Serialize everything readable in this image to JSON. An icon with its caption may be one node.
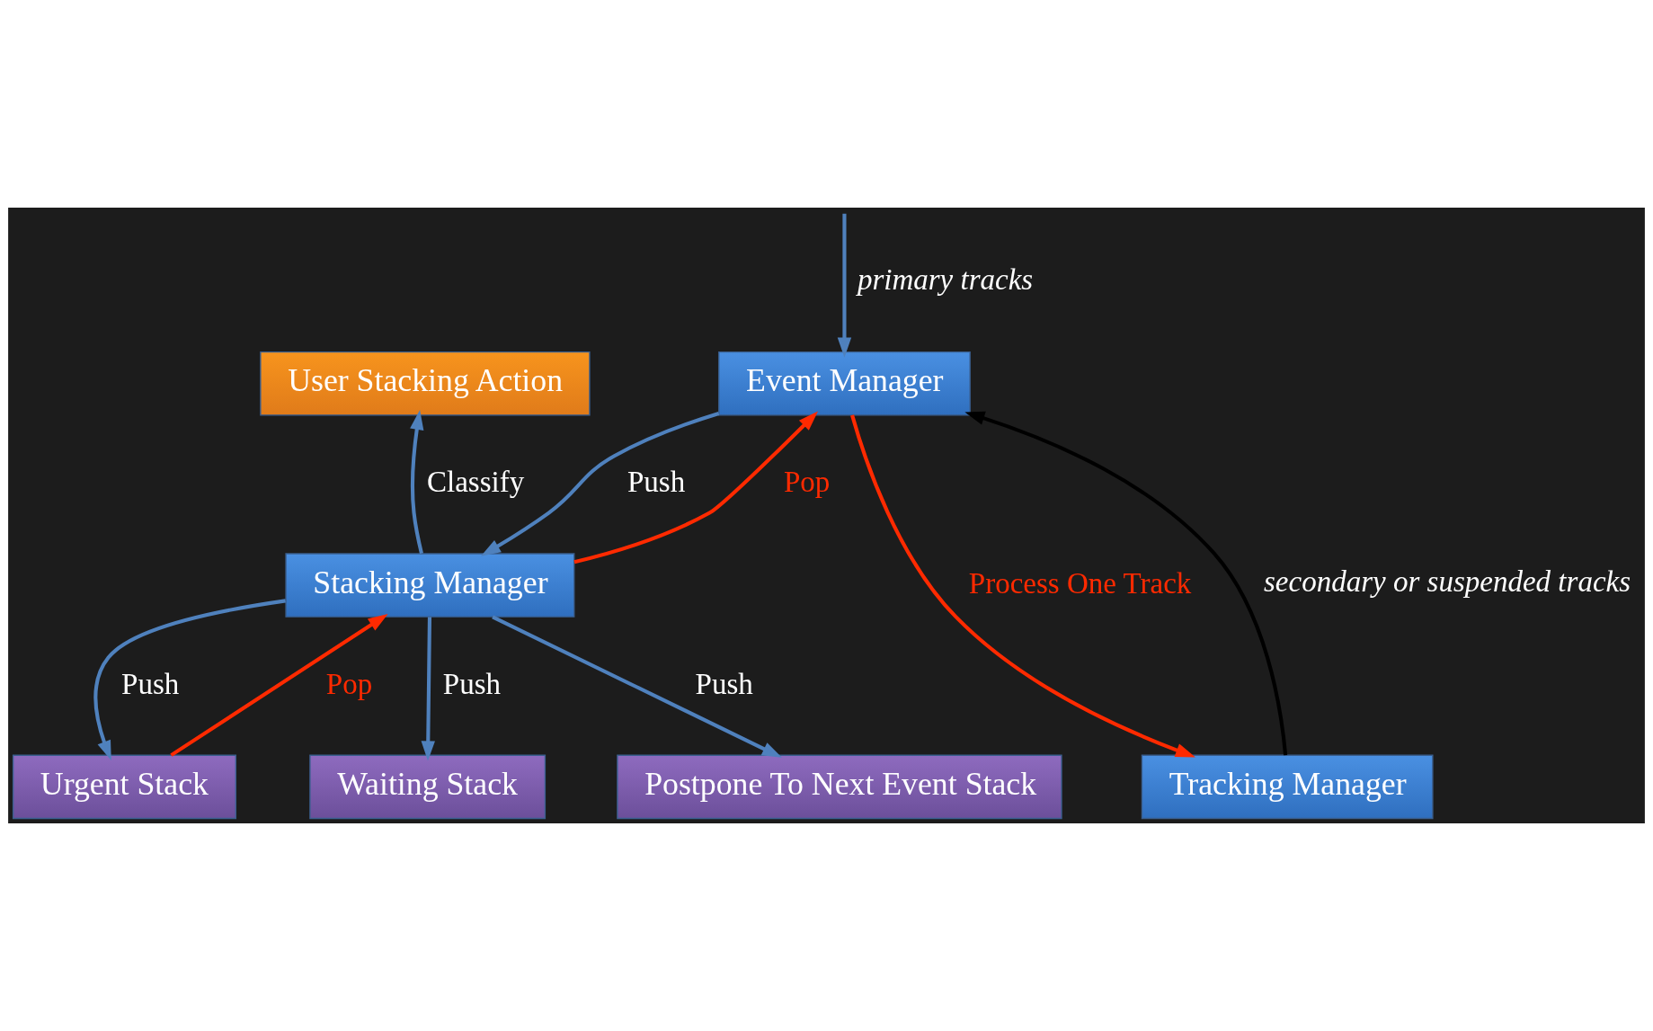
{
  "diagram": {
    "nodes": [
      {
        "text": [
          "User Stacking Action"
        ]
      },
      {
        "text": [
          "Event Manager"
        ]
      },
      {
        "text": [
          "Stacking Manager"
        ]
      },
      {
        "text": [
          "Urgent Stack"
        ]
      },
      {
        "text": [
          "Waiting Stack"
        ]
      },
      {
        "text": [
          "Postpone To Next Event Stack"
        ]
      },
      {
        "text": [
          "Tracking Manager"
        ]
      }
    ],
    "edges": [
      {
        "from": null,
        "to": 1,
        "arrow": "to",
        "label": "primary tracks"
      },
      {
        "from": 2,
        "to": 0,
        "arrow": "to",
        "label": "Classify"
      },
      {
        "from": 1,
        "to": 2,
        "arrow": "to",
        "label": "Push"
      },
      {
        "from": 2,
        "to": 1,
        "arrow": "to",
        "label": "Pop",
        "color": "#ff2a00"
      },
      {
        "from": 2,
        "to": 3,
        "arrow": "to",
        "label": "Push"
      },
      {
        "from": 3,
        "to": 2,
        "arrow": "to",
        "label": "Pop",
        "color": "#ff2a00"
      },
      {
        "from": 2,
        "to": 4,
        "arrow": "to",
        "label": "Push"
      },
      {
        "from": 2,
        "to": 5,
        "arrow": "to",
        "label": "Push"
      },
      {
        "from": 1,
        "to": 6,
        "arrow": "to",
        "label": "Process One Track",
        "color": "#ff2a00"
      },
      {
        "from": 6,
        "to": 1,
        "arrow": "to",
        "label": "secondary or suspended tracks",
        "color": "#000000"
      }
    ]
  }
}
